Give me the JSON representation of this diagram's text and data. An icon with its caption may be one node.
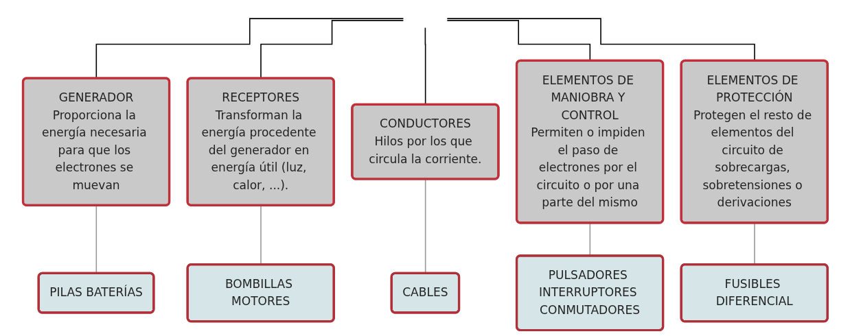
{
  "diagram": {
    "nodes": [
      {
        "text": [
          "GENERADOR",
          "Proporciona la energía necesaria para que los electrones se muevan"
        ]
      },
      {
        "text": [
          "RECEPTORES",
          "Transforman la energía procedente del generador en energía útil (luz, calor, ...)."
        ]
      },
      {
        "text": [
          "CONDUCTORES",
          "Hilos por los que circula la corriente."
        ]
      },
      {
        "text": [
          "ELEMENTOS DE MANIOBRA Y CONTROL",
          "Permiten o impiden el paso de electrones por el circuito o por una parte del mismo"
        ]
      },
      {
        "text": [
          "ELEMENTOS DE PROTECCIÓN",
          "Protegen el resto de elementos del circuito de sobrecargas, sobretensiones o derivaciones"
        ]
      },
      {
        "text": [
          "PILAS BATERÍAS"
        ]
      },
      {
        "text": [
          "BOMBILLAS MOTORES"
        ]
      },
      {
        "text": [
          "CABLES"
        ]
      },
      {
        "text": [
          "PULSADORES INTERRUPTORES CONMUTADORES"
        ]
      },
      {
        "text": [
          "FUSIBLES DIFERENCIAL"
        ]
      }
    ],
    "edges": [
      {
        "from": null,
        "to": 0,
        "arrow": "none",
        "color": "#000000"
      },
      {
        "from": null,
        "to": 1,
        "arrow": "none",
        "color": "#000000"
      },
      {
        "from": null,
        "to": 2,
        "arrow": "none",
        "color": "#000000"
      },
      {
        "from": null,
        "to": 3,
        "arrow": "none",
        "color": "#000000"
      },
      {
        "from": null,
        "to": 4,
        "arrow": "none",
        "color": "#000000"
      },
      {
        "from": 0,
        "to": 5,
        "arrow": "none",
        "color": "#999999"
      },
      {
        "from": 1,
        "to": 6,
        "arrow": "none",
        "color": "#999999"
      },
      {
        "from": 2,
        "to": 7,
        "arrow": "none",
        "color": "#999999"
      },
      {
        "from": 3,
        "to": 8,
        "arrow": "none",
        "color": "#999999"
      },
      {
        "from": 4,
        "to": 9,
        "arrow": "none",
        "color": "#999999"
      }
    ]
  }
}
